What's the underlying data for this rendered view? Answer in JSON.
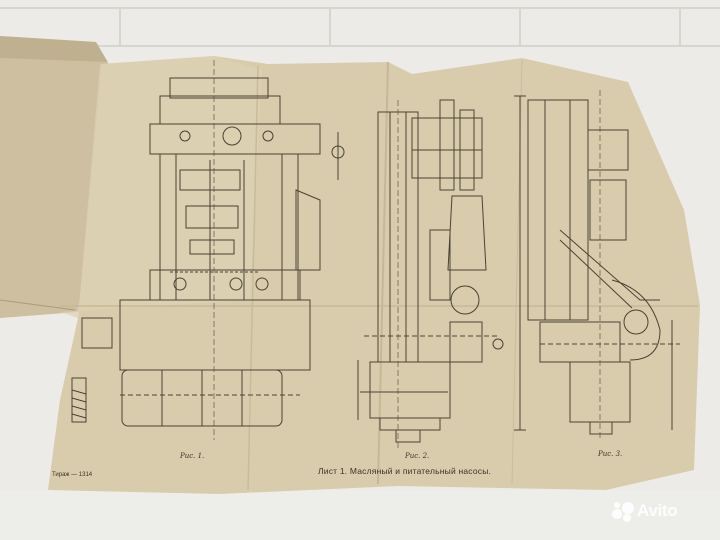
{
  "drawing_sheet": {
    "caption": "Лист 1. Масляный и питательный насосы.",
    "figures": [
      {
        "id": "fig1",
        "label": "Рис. 1."
      },
      {
        "id": "fig2",
        "label": "Рис. 2."
      },
      {
        "id": "fig3",
        "label": "Рис. 3."
      }
    ],
    "print_code": "Тираж — 1314"
  },
  "watermark": {
    "brand": "Avito",
    "logo_alt": "Avito logo"
  },
  "colors": {
    "background": "#ecebe7",
    "paper": "#d9ccad",
    "ink": "#4a4234",
    "watermark": "#ffffff"
  }
}
